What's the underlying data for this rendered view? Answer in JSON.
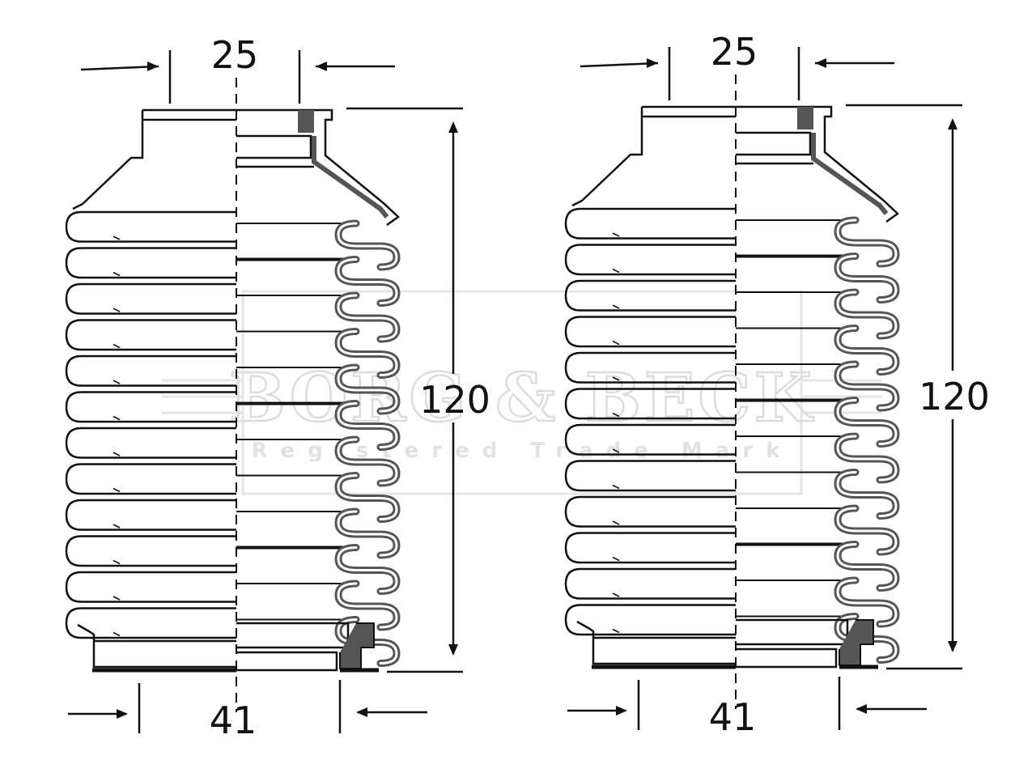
{
  "watermark": {
    "brand": "BORG & BECK",
    "tagline": "Registered Trade Mark"
  },
  "boots": [
    {
      "top_diameter": "25",
      "bottom_diameter": "41",
      "length": "120"
    },
    {
      "top_diameter": "25",
      "bottom_diameter": "41",
      "length": "120"
    }
  ],
  "colors": {
    "line": "#111111",
    "section_fill": "#555555",
    "watermark": "#dcdcdc"
  }
}
